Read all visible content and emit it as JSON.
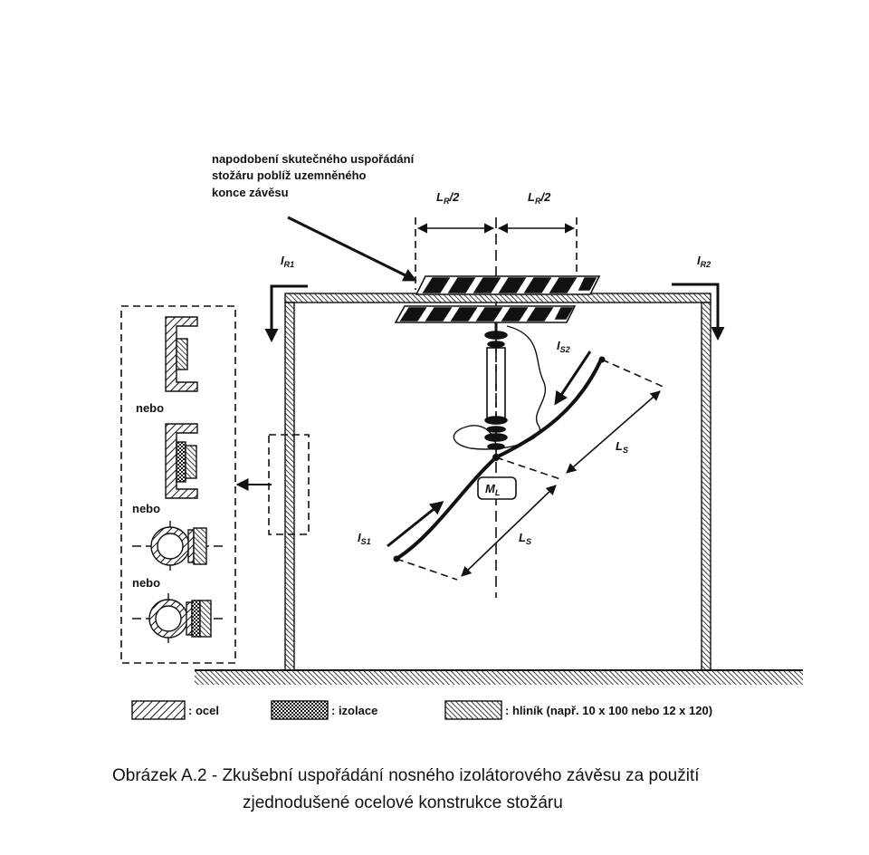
{
  "annotation": {
    "line1": "napodobení skutečného uspořádání",
    "line2": "stožáru poblíž uzemněného",
    "line3": "konce závěsu"
  },
  "dims": {
    "lr_left": {
      "main": "L",
      "sub": "R",
      "tail": "/2"
    },
    "lr_right": {
      "main": "L",
      "sub": "R",
      "tail": "/2"
    },
    "ls_upper": {
      "main": "L",
      "sub": "S"
    },
    "ls_lower": {
      "main": "L",
      "sub": "S"
    }
  },
  "currents": {
    "ir1": {
      "main": "I",
      "sub": "R1"
    },
    "ir2": {
      "main": "I",
      "sub": "R2"
    },
    "is1": {
      "main": "I",
      "sub": "S1"
    },
    "is2": {
      "main": "I",
      "sub": "S2"
    }
  },
  "moment": {
    "main": "M",
    "sub": "L"
  },
  "options": {
    "separator": "nebo"
  },
  "legend": {
    "steel": ": ocel",
    "insulation": ": izolace",
    "aluminium": ": hliník (např. 10 x 100 nebo 12 x 120)"
  },
  "caption": {
    "line1": "Obrázek A.2 - Zkušební uspořádání nosného izolátorového závěsu za použití",
    "line2": "zjednodušené ocelové konstrukce stožáru"
  }
}
